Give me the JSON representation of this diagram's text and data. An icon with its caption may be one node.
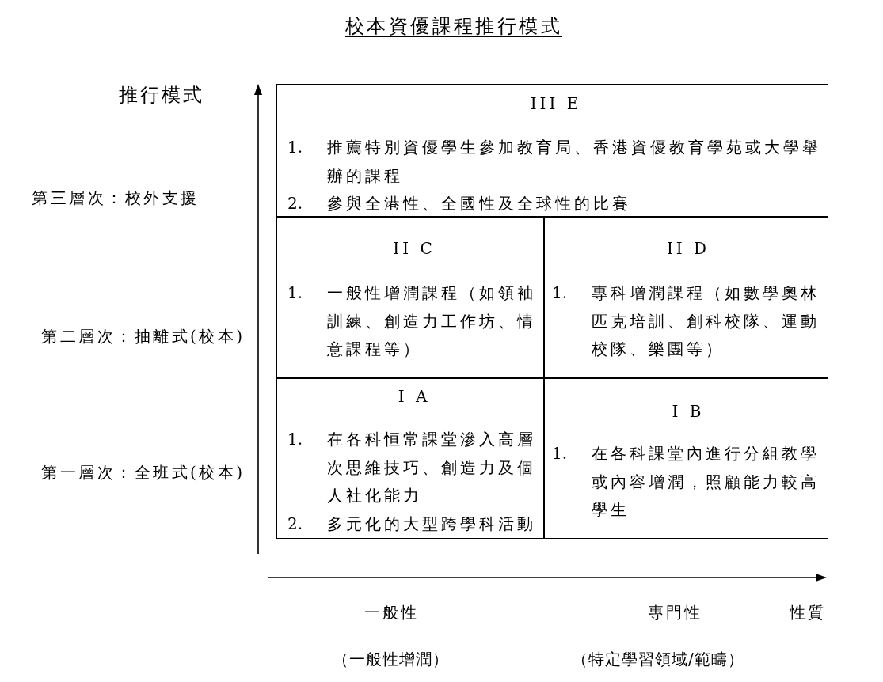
{
  "diagram": {
    "title": "校本資優課程推行模式",
    "nodes": [
      {
        "text": [
          "III E",
          "1. 推薦特別資優學生參加教育局、香港資優教育學苑或大學舉辦的課程",
          "2. 參與全港性、全國性及全球性的比賽"
        ]
      },
      {
        "text": [
          "II C",
          "1. 一般性增潤課程（如領袖訓練、創造力工作坊、情意課程等）"
        ]
      },
      {
        "text": [
          "II D",
          "1. 專科增潤課程（如數學奧林匹克培訓、創科校隊、運動校隊、樂團等）"
        ]
      },
      {
        "text": [
          "I A",
          "1. 在各科恒常課堂滲入高層次思維技巧、創造力及個人社化能力",
          "2. 多元化的大型跨學科活動"
        ]
      },
      {
        "text": [
          "I B",
          "1. 在各科課堂內進行分組教學或內容增潤，照顧能力較高學生"
        ]
      }
    ],
    "labels": [
      "推行模式",
      "第三層次：校外支援",
      "第二層次：抽離式(校本)",
      "第一層次：全班式(校本)",
      "一般性",
      "專門性",
      "性質",
      "（一般性增潤）",
      "（特定學習領域/範疇）"
    ]
  }
}
